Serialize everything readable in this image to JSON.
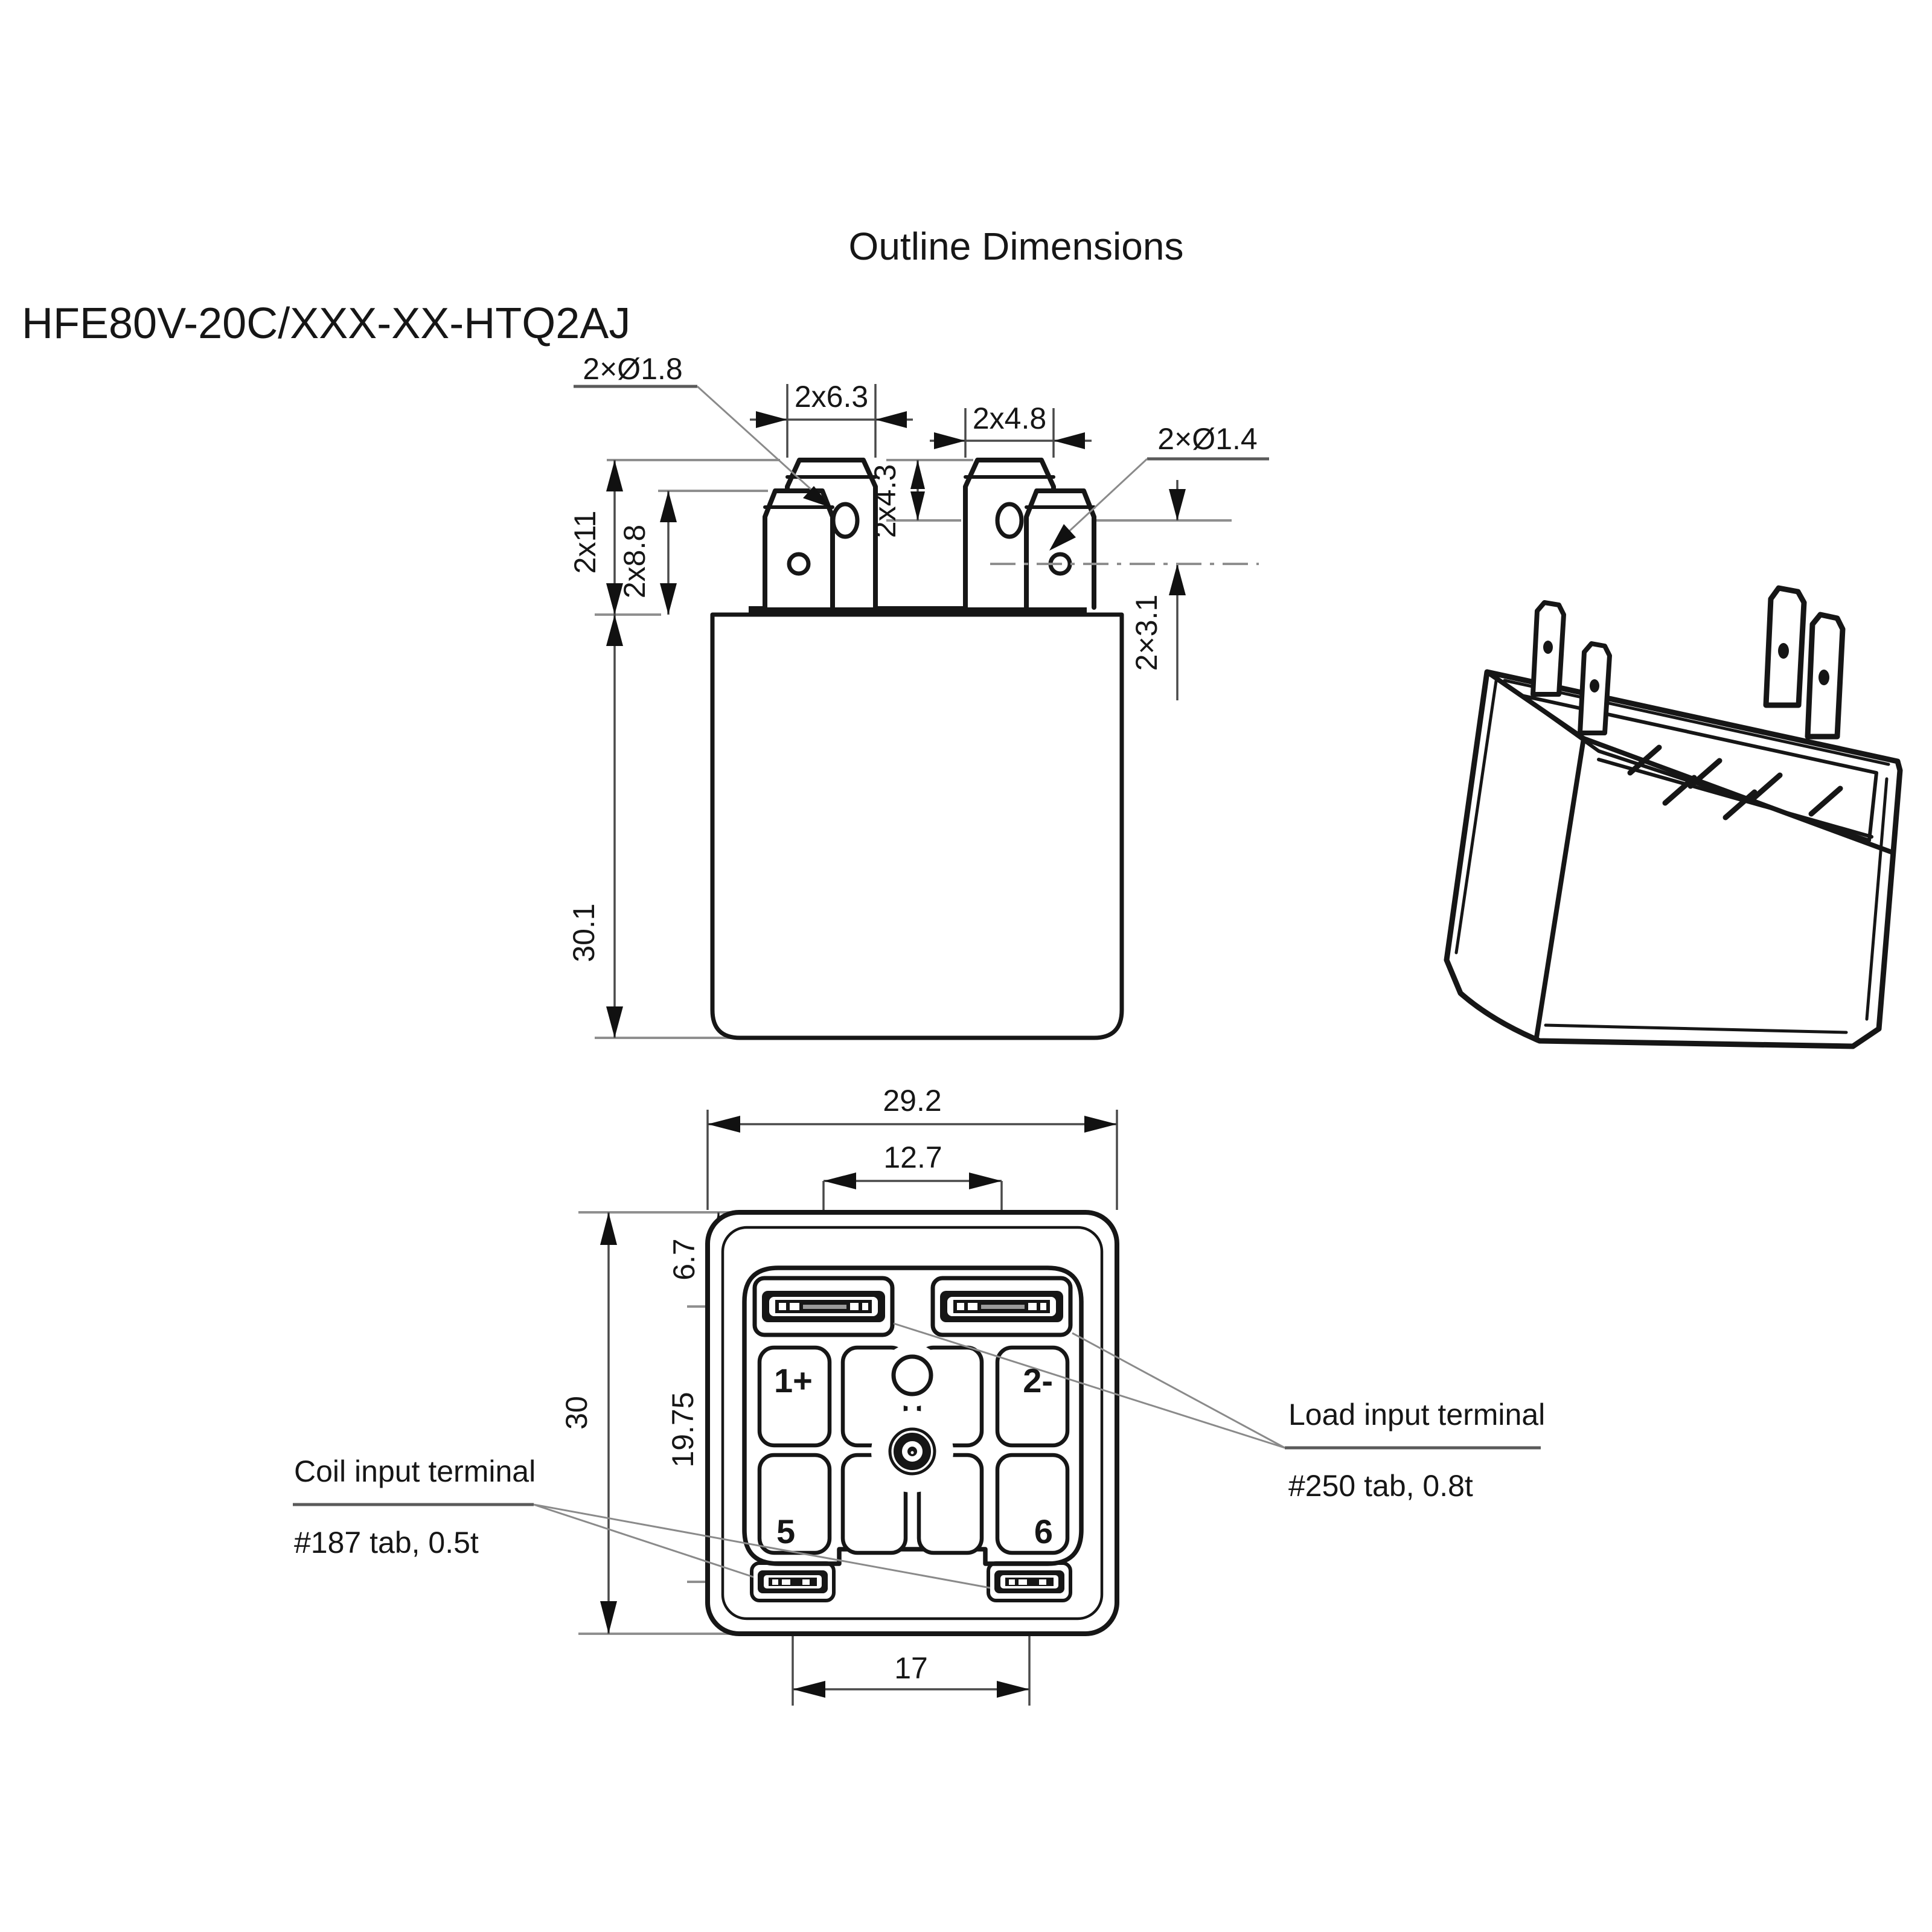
{
  "title": "Outline Dimensions",
  "part_number": "HFE80V-20C/XXX-XX-HTQ2AJ",
  "front_view": {
    "dim_hole_load": "2×Ø1.8",
    "dim_load_width": "2x6.3",
    "dim_coil_width": "2x4.8",
    "dim_hole_coil": "2×Ø1.4",
    "dim_hole_load_offset": "2x4.3",
    "dim_load_height": "2x11",
    "dim_coil_height": "2x8.8",
    "dim_hole_gap": "2×3.1",
    "dim_body_height": "30.1"
  },
  "bottom_view": {
    "dim_body_width": "29.2",
    "dim_load_pitch": "12.7",
    "dim_load_offset": "6.7",
    "dim_body_depth": "30",
    "dim_coil_to_load": "19.75",
    "dim_coil_pitch": "17",
    "terminal_labels": {
      "load_pos": "1+",
      "load_neg": "2-",
      "coil_a": "5",
      "coil_b": "6"
    },
    "coil_note": {
      "title": "Coil input terminal",
      "spec": "#187 tab, 0.5t"
    },
    "load_note": {
      "title": "Load input terminal",
      "spec": "#250 tab, 0.8t"
    }
  }
}
